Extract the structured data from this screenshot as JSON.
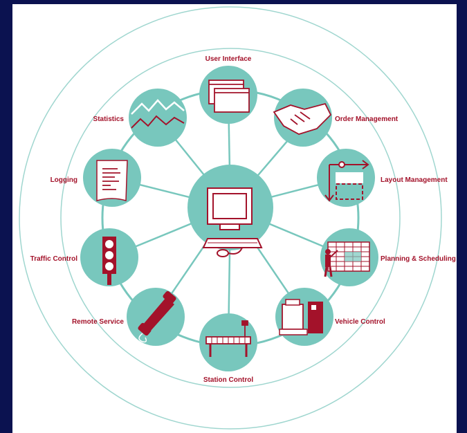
{
  "colors": {
    "background": "#0b1250",
    "panel": "#ffffff",
    "ring": "#9fd6cf",
    "node_fill": "#78c7bd",
    "icon_stroke": "#a3122a",
    "label": "#a3122a"
  },
  "labels": {
    "user_interface": "User Interface",
    "order_management": "Order Management",
    "layout_management": "Layout Management",
    "planning_scheduling": "Planning & Scheduling",
    "vehicle_control": "Vehicle Control",
    "station_control": "Station Control",
    "remote_service": "Remote Service",
    "traffic_control": "Traffic Control",
    "logging": "Logging",
    "statistics": "Statistics"
  },
  "icons": {
    "center": "computer-workstation-icon",
    "user_interface": "windows-icon",
    "order_management": "handshake-icon",
    "layout_management": "layout-plan-icon",
    "planning_scheduling": "schedule-board-icon",
    "vehicle_control": "vehicle-icon",
    "station_control": "conveyor-station-icon",
    "remote_service": "telephone-icon",
    "traffic_control": "traffic-light-icon",
    "logging": "document-icon",
    "statistics": "line-chart-icon"
  }
}
